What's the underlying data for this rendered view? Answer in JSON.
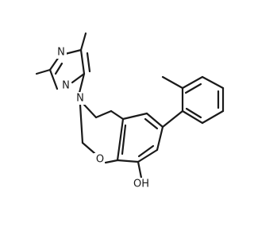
{
  "atoms": {
    "n_top": "N",
    "n_left": "N",
    "n_ring": "N",
    "o_ring": "O",
    "oh": "OH"
  },
  "colors": {
    "bond": "#1a1a1a",
    "background": "#ffffff"
  }
}
